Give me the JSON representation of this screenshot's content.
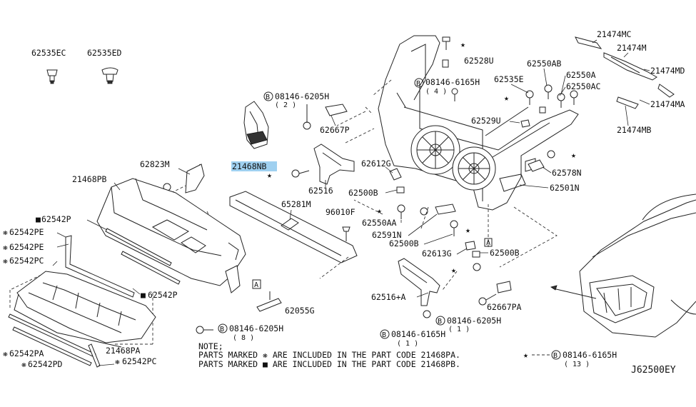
{
  "diagram": {
    "highlight_color": "#9fd0f0",
    "labels": {
      "p62535EC": "62535EC",
      "p62535ED": "62535ED",
      "p62528U": "62528U",
      "p21474MC": "21474MC",
      "p21474M": "21474M",
      "p21474MD": "21474MD",
      "p21474MA": "21474MA",
      "p21474MB": "21474MB",
      "p62550AB": "62550AB",
      "p62550A": "62550A",
      "p62550AC": "62550AC",
      "p62535E": "62535E",
      "p08146_6165H_top": "08146-6165H",
      "p08146_6165H_top_qty": "( 4 )",
      "p62529U": "62529U",
      "p08146_6205H_top": "08146-6205H",
      "p08146_6205H_top_qty": "( 2 )",
      "p62667P": "62667P",
      "p21468NB": "21468NB",
      "p62823M": "62823M",
      "p21468PB": "21468PB",
      "p62516": "62516",
      "p62612G": "62612G",
      "p62500B_1": "62500B",
      "p65281M": "65281M",
      "p96010F": "96010F",
      "p62578N": "62578N",
      "p62501N": "62501N",
      "p62542P_1": "62542P",
      "p62542PE_1": "62542PE",
      "p62542PE_2": "62542PE",
      "p62542PC_1": "62542PC",
      "p62550AA": "62550AA",
      "p62591N": "62591N",
      "p62500B_2": "62500B",
      "p62613G": "62613G",
      "p62500B_3": "62500B",
      "p62542P_2": "62542P",
      "p62516A": "62516+A",
      "p62667PA": "62667PA",
      "p62055G": "62055G",
      "p08146_6205H_mid": "08146-6205H",
      "p08146_6205H_mid_qty": "( 1 )",
      "p08146_6205H_bot": "08146-6205H",
      "p08146_6205H_bot_qty": "( 8 )",
      "p08146_6165H_bot": "08146-6165H",
      "p08146_6165H_bot_qty": "( 1 )",
      "p21468PA": "21468PA",
      "p62542PA": "62542PA",
      "p62542PD": "62542PD",
      "p62542PC_2": "62542PC",
      "p08146_6165H_legend": "08146-6165H",
      "p08146_6165H_legend_qty": "( 13 )",
      "ref_A1": "A",
      "ref_A2": "A",
      "bolt_B": "B"
    },
    "notes": {
      "title": "NOTE;",
      "line1": "PARTS MARKED ❋ ARE INCLUDED IN THE PART CODE 21468PA.",
      "line2": "PARTS MARKED ■ ARE INCLUDED IN THE PART CODE 21468PB."
    },
    "legend_star": "★",
    "diagram_id": "J62500EY",
    "marks": {
      "star": "★",
      "square": "■",
      "asterisk": "❋"
    }
  }
}
